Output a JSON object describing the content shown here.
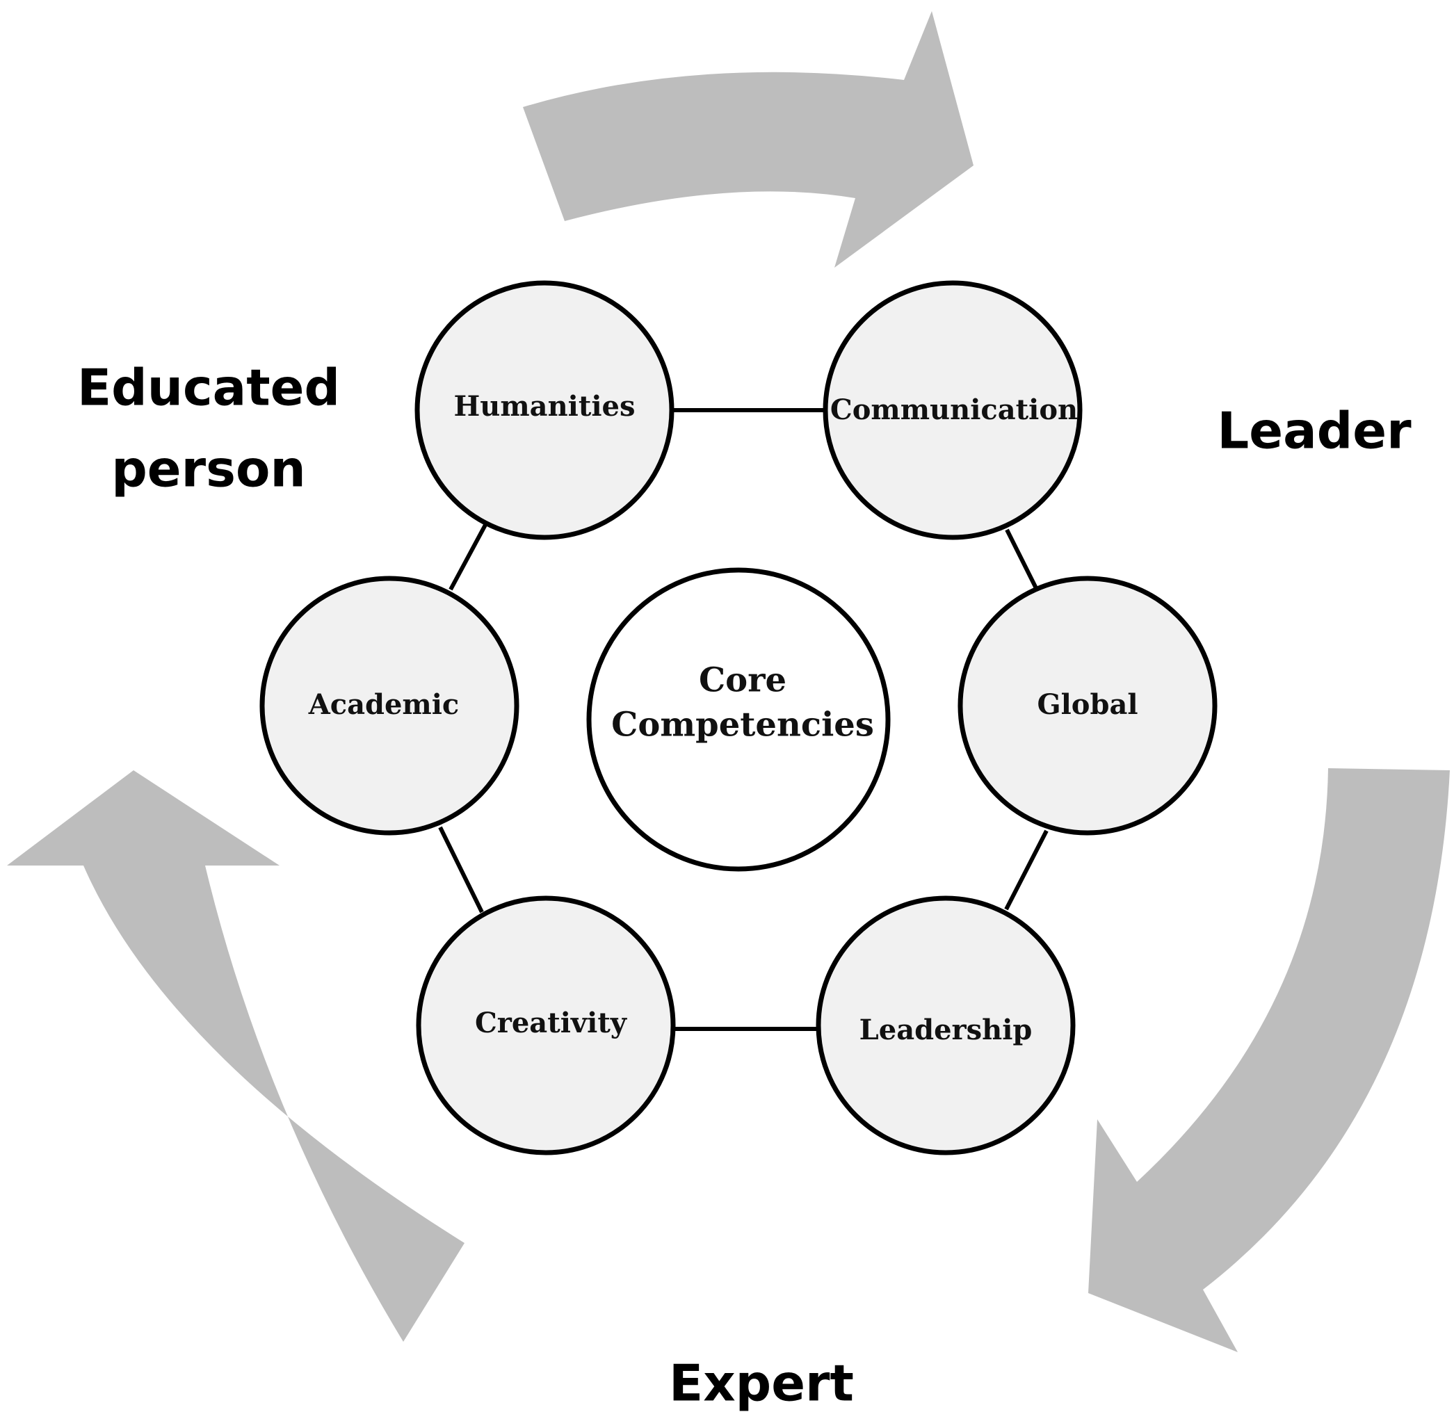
{
  "diagram": {
    "core": {
      "line1": "Core",
      "line2": "Competencies"
    },
    "competencies": {
      "humanities": "Humanities",
      "communication": "Communication",
      "global": "Global",
      "leadership": "Leadership",
      "creativity": "Creativity",
      "academic": "Academic"
    },
    "roles": {
      "educated_line1": "Educated",
      "educated_line2": "person",
      "leader": "Leader",
      "expert": "Expert"
    },
    "colors": {
      "arrow": "#bdbdbd",
      "node_fill": "#f1f1f1",
      "outline": "#000000"
    }
  }
}
